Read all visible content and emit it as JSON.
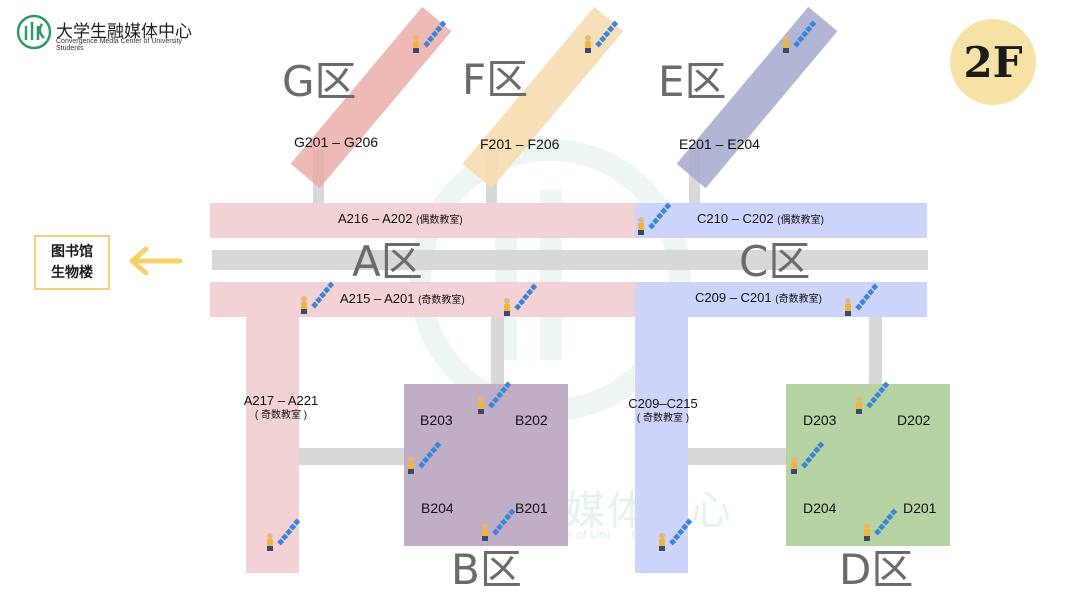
{
  "header": {
    "logo_cn": "大学生融媒体中心",
    "logo_en": "Convergence Media Center of University Students",
    "floor_badge": "2F"
  },
  "colors": {
    "zone_a": "#f3d2d6",
    "zone_c": "#cdd4fb",
    "zone_b": "#c0aec7",
    "zone_d": "#b5d3a3",
    "zone_g": "#eba9a2",
    "zone_f": "#f6ddb0",
    "zone_e": "#a8aed0",
    "corridor": "#d8d8d8",
    "badge": "#f7e2a6",
    "arrow": "#f7d06a"
  },
  "library_sign": {
    "line1": "图书馆",
    "line2": "生物楼"
  },
  "zones": {
    "g": "G区",
    "f": "F区",
    "e": "E区",
    "a": "A区",
    "c": "C区",
    "b": "B区",
    "d": "D区"
  },
  "ranges": {
    "g": "G201 – G206",
    "f": "F201 – F206",
    "e": "E201 – E204",
    "a_top": "A216 – A202",
    "a_top_note": "(偶数教室)",
    "c_top": "C210 – C202",
    "c_top_note": "(偶数教室)",
    "a_bottom": "A215 – A201",
    "a_bottom_note": "(奇数教室)",
    "c_bottom": "C209 – C201",
    "c_bottom_note": "(奇数教室)",
    "a_side": "A217 – A221",
    "a_side_note": "( 奇数教室 )",
    "c_side": "C209–C215",
    "c_side_note": "( 奇数教室 )"
  },
  "rooms": {
    "b203": "B203",
    "b202": "B202",
    "b204": "B204",
    "b201": "B201",
    "d203": "D203",
    "d202": "D202",
    "d204": "D204",
    "d201": "D201"
  },
  "watermark": {
    "cn": "媒体中心",
    "en": "e of Uni      tudents"
  }
}
